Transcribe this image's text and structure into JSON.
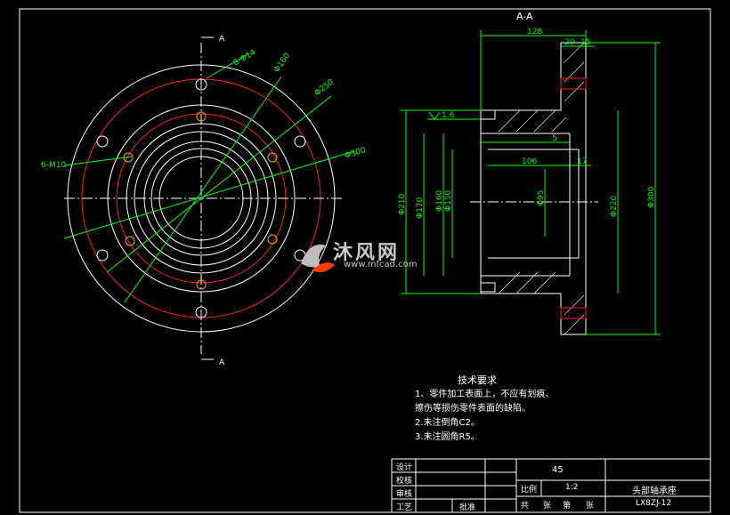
{
  "section_label": "A-A",
  "section_marks": {
    "top": "A",
    "bottom": "A"
  },
  "front_view_labels": {
    "holes_6_d14": "6-Φ14",
    "holes_6_m10": "6-M10",
    "d160": "Φ160",
    "d250": "Φ250",
    "d300": "Φ300"
  },
  "section_dims": {
    "overall_length": "128",
    "flange_a": "20",
    "flange_b": "15",
    "roughness": "1.6",
    "step_5": "5",
    "length_106": "106",
    "length_17": "17",
    "d210": "Φ210",
    "d170": "Φ170",
    "d160_bore": "Φ160",
    "d150_bore": "Φ150",
    "d95": "Φ95",
    "d220": "Φ220",
    "d300_flange": "Φ300"
  },
  "technical_requirements": {
    "title": "技术要求",
    "items": [
      "1、零件加工表面上，不应有划痕、",
      "擦伤等损伤零件表面的缺陷。",
      "2.未注倒角C2。",
      "3.未注圆角R5。"
    ]
  },
  "title_block": {
    "design": "设计",
    "check": "校核",
    "review": "审核",
    "process": "工艺",
    "approve": "批准",
    "material": "45",
    "scale_label": "比例",
    "scale_value": "1:2",
    "part_name": "头部轴承座",
    "sheet_total": "共",
    "sheet_unit1": "张",
    "sheet_no": "第",
    "sheet_unit2": "张",
    "drawing_no": "LX8ZJ-12"
  },
  "watermark": {
    "text": "沐风网",
    "url": "www.mfcad.com"
  },
  "colors": {
    "background": "#000000",
    "outline": "#ffffff",
    "dimension": "#00ff00",
    "pitch_circle": "#ff0000",
    "hole": "#ffa500",
    "border": "#ffffff"
  }
}
